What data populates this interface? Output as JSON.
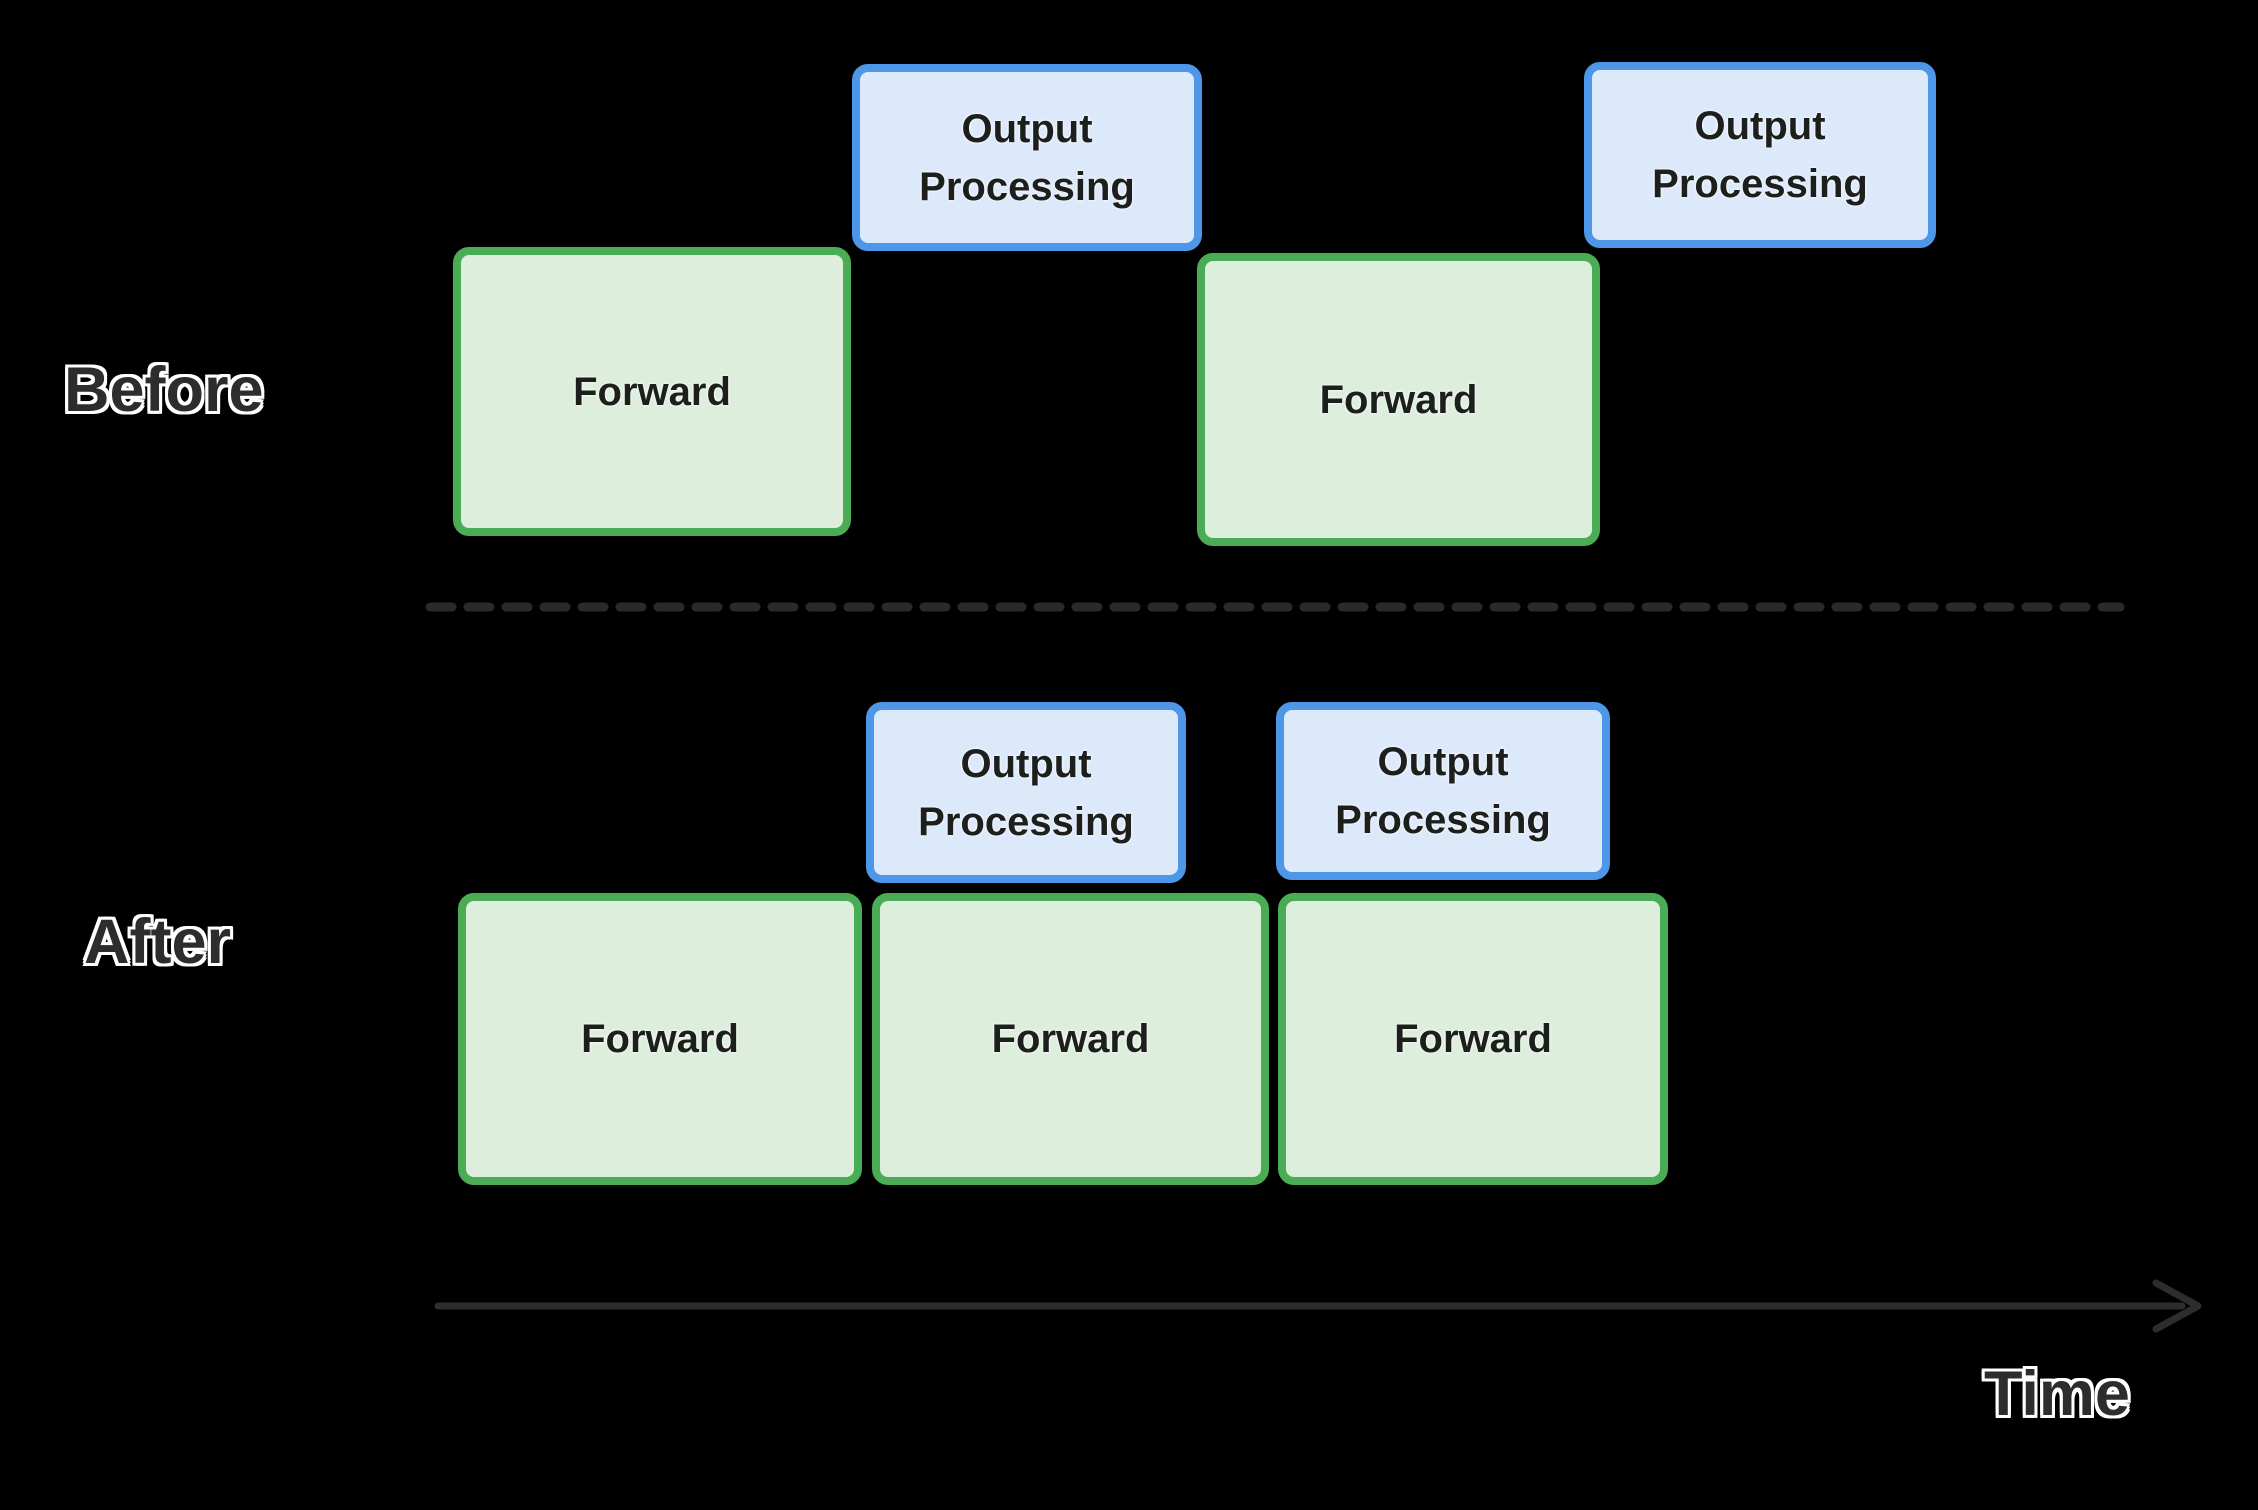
{
  "colors": {
    "green_border": "#4aad55",
    "green_fill": "#ddeedd",
    "blue_border": "#4d96e8",
    "blue_fill": "#dce9fb",
    "box_text": "#1d1f1d",
    "label_text": "#2d2d2d",
    "label_outline": "#ffffff",
    "divider": "#2a2a2a",
    "arrow": "#2d2d2d",
    "background": "#000000"
  },
  "before_row": {
    "label": "Before",
    "boxes": [
      {
        "type": "forward",
        "label": "Forward"
      },
      {
        "type": "output",
        "label": "Output Processing"
      },
      {
        "type": "forward",
        "label": "Forward"
      },
      {
        "type": "output",
        "label": "Output Processing"
      }
    ]
  },
  "after_row": {
    "label": "After",
    "boxes": [
      {
        "type": "output",
        "label": "Output Processing"
      },
      {
        "type": "output",
        "label": "Output Processing"
      },
      {
        "type": "forward",
        "label": "Forward"
      },
      {
        "type": "forward",
        "label": "Forward"
      },
      {
        "type": "forward",
        "label": "Forward"
      }
    ]
  },
  "axis": {
    "label": "Time"
  }
}
